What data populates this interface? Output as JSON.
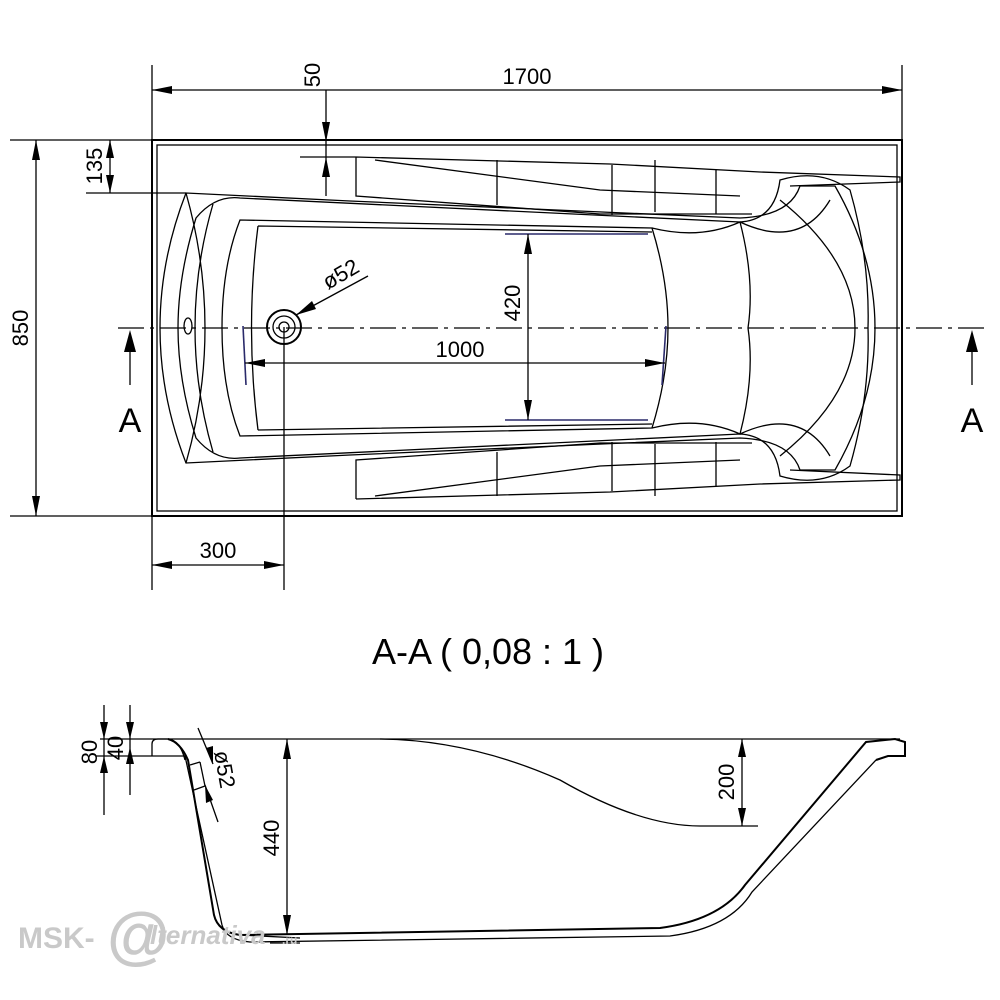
{
  "plan_dimensions": {
    "overall_length": "1700",
    "rim_offset": "50",
    "overall_width": "850",
    "side_offset": "135",
    "inner_width": "420",
    "inner_length": "1000",
    "drain_diameter": "ø52",
    "drain_position": "300"
  },
  "section_marks": {
    "left": "A",
    "right": "A"
  },
  "section_title": "A-A ( 0,08 : 1 )",
  "section_dimensions": {
    "rim_total": "80",
    "rim_top": "40",
    "overflow_diameter": "ø52",
    "depth": "440",
    "backrest": "200"
  },
  "watermark": {
    "prefix": "MSK-",
    "symbol": "@",
    "suffix": "lternativa",
    "tld": ".ru"
  }
}
